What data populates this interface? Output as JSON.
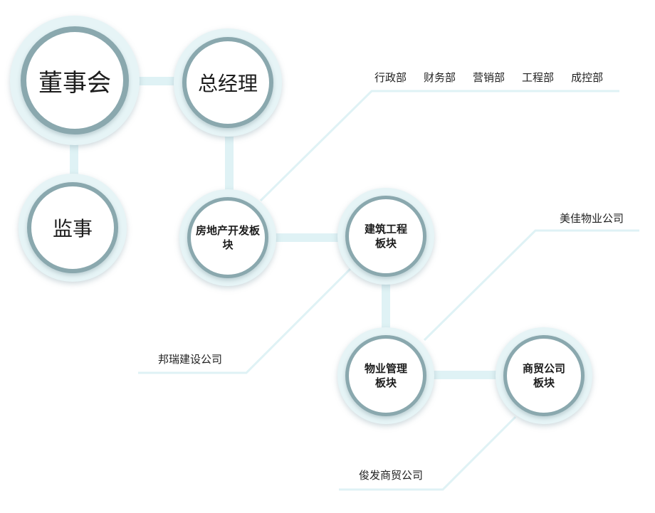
{
  "nodes": {
    "board": "董事会",
    "general_manager": "总经理",
    "supervisor": "监事",
    "real_estate": "房地产开发板块",
    "construction": "建筑工程板块",
    "property_mgmt": "物业管理板块",
    "trade": "商贸公司板块"
  },
  "departments": [
    "行政部",
    "财务部",
    "营销部",
    "工程部",
    "成控部"
  ],
  "subsidiaries": {
    "construction_co": "邦瑞建设公司",
    "property_co": "美佳物业公司",
    "trade_co": "俊发商贸公司"
  },
  "colors": {
    "ring": "#8aa8ae",
    "halo": "#e6f4f6",
    "connector": "#dff2f5"
  }
}
